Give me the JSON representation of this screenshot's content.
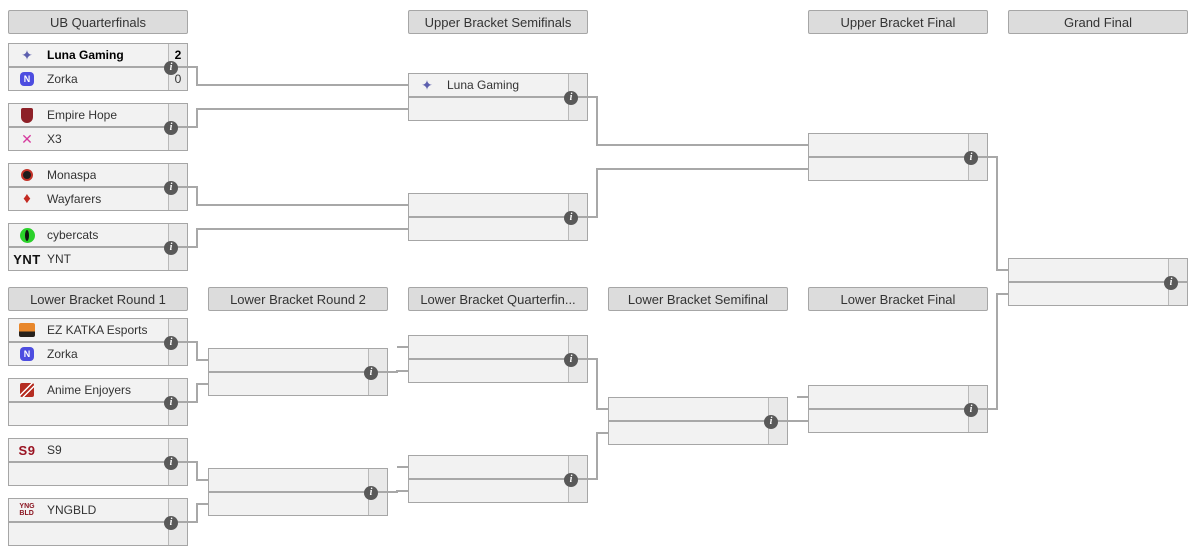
{
  "page_title": "Double Elimination Bracket",
  "info_icon": "i",
  "colors": {
    "connector": "#a8a8a8",
    "header_bg": "#dcdcdc",
    "match_bg": "#f2f2f2",
    "score_bg": "#e9e9e9",
    "info_icon_bg": "#595959",
    "border": "#a6a6a6"
  },
  "headers": [
    {
      "id": "ub-qf",
      "label": "UB Quarterfinals"
    },
    {
      "id": "ub-sf",
      "label": "Upper Bracket Semifinals"
    },
    {
      "id": "ub-final",
      "label": "Upper Bracket Final"
    },
    {
      "id": "grand-final",
      "label": "Grand Final"
    },
    {
      "id": "lb-r1",
      "label": "Lower Bracket Round 1"
    },
    {
      "id": "lb-r2",
      "label": "Lower Bracket Round 2"
    },
    {
      "id": "lb-qf",
      "label": "Lower Bracket Quarterfin..."
    },
    {
      "id": "lb-sf",
      "label": "Lower Bracket Semifinal"
    },
    {
      "id": "lb-final",
      "label": "Lower Bracket Final"
    }
  ],
  "matches": [
    {
      "id": "ub-qf-1",
      "slots": [
        {
          "team": "Luna Gaming",
          "logo": "luna-gaming",
          "score": "2",
          "winner": true
        },
        {
          "team": "Zorka",
          "logo": "zorka",
          "score": "0",
          "winner": false
        }
      ]
    },
    {
      "id": "ub-qf-2",
      "slots": [
        {
          "team": "Empire Hope",
          "logo": "empire-hope"
        },
        {
          "team": "X3",
          "logo": "x3"
        }
      ]
    },
    {
      "id": "ub-qf-3",
      "slots": [
        {
          "team": "Monaspa",
          "logo": "monaspa"
        },
        {
          "team": "Wayfarers",
          "logo": "wayfarers"
        }
      ]
    },
    {
      "id": "ub-qf-4",
      "slots": [
        {
          "team": "cybercats",
          "logo": "cybercats"
        },
        {
          "team": "YNT",
          "logo": "ynt"
        }
      ]
    },
    {
      "id": "ub-sf-1",
      "slots": [
        {
          "team": "Luna Gaming",
          "logo": "luna-gaming"
        },
        {}
      ]
    },
    {
      "id": "ub-sf-2",
      "slots": [
        {},
        {}
      ]
    },
    {
      "id": "ub-final",
      "slots": [
        {},
        {}
      ]
    },
    {
      "id": "grand-final",
      "slots": [
        {},
        {}
      ]
    },
    {
      "id": "lb-r1-1",
      "slots": [
        {
          "team": "EZ KATKA Esports",
          "logo": "ez-katka"
        },
        {
          "team": "Zorka",
          "logo": "zorka"
        }
      ]
    },
    {
      "id": "lb-r1-2",
      "slots": [
        {
          "team": "Anime Enjoyers",
          "logo": "anime-enjoyers"
        },
        {}
      ]
    },
    {
      "id": "lb-r1-3",
      "slots": [
        {
          "team": "S9",
          "logo": "s9"
        },
        {}
      ]
    },
    {
      "id": "lb-r1-4",
      "slots": [
        {
          "team": "YNGBLD",
          "logo": "yngbld"
        },
        {}
      ]
    },
    {
      "id": "lb-r2-1",
      "slots": [
        {},
        {}
      ]
    },
    {
      "id": "lb-r2-2",
      "slots": [
        {},
        {}
      ]
    },
    {
      "id": "lb-qf-1",
      "slots": [
        {},
        {}
      ]
    },
    {
      "id": "lb-qf-2",
      "slots": [
        {},
        {}
      ]
    },
    {
      "id": "lb-sf",
      "slots": [
        {},
        {}
      ]
    },
    {
      "id": "lb-final",
      "slots": [
        {},
        {}
      ]
    }
  ],
  "logos": {
    "luna-gaming": {
      "kind": "glyph",
      "glyph": "✦",
      "color": "#5c5fae",
      "size": "14px"
    },
    "zorka": {
      "kind": "badge",
      "text": "N",
      "bg": "#4d4de0",
      "fg": "#ffffff",
      "w": 14,
      "h": 14,
      "r": "4px",
      "fs": "9px"
    },
    "empire-hope": {
      "kind": "badge",
      "text": "",
      "bg": "#8d2027",
      "fg": "#f2c14e",
      "w": 12,
      "h": 15,
      "r": "2px 2px 6px 6px",
      "fs": "6px"
    },
    "x3": {
      "kind": "glyph",
      "glyph": "✕",
      "color": "#d63a9e",
      "size": "14px"
    },
    "monaspa": {
      "kind": "badge",
      "text": "",
      "bg": "#1c1c1c",
      "border": "2px solid #c23228",
      "w": 12,
      "h": 12,
      "r": "50%"
    },
    "wayfarers": {
      "kind": "glyph",
      "glyph": "♦",
      "color": "#c32a22",
      "size": "15px"
    },
    "cybercats": {
      "kind": "eye",
      "bg": "#2bd12b",
      "pupil": "#101010"
    },
    "ynt": {
      "kind": "text",
      "text": "YNT",
      "color": "#111111",
      "fs": "13px"
    },
    "ez-katka": {
      "kind": "badge",
      "text": "",
      "bgImage": "linear-gradient(180deg,#e8872b 60%,#26211c 60%)",
      "fg": "#f5a23c",
      "w": 16,
      "h": 14,
      "r": "2px"
    },
    "anime-enjoyers": {
      "kind": "badge",
      "text": "",
      "bgImage": "linear-gradient(135deg,#b52d22 40%,#ffffff 40%,#ffffff 48%,#b52d22 48%,#b52d22 58%,#ffffff 58%,#ffffff 66%,#b52d22 66%)",
      "w": 14,
      "h": 14,
      "r": "2px"
    },
    "s9": {
      "kind": "text",
      "text": "S9",
      "color": "#9a1322",
      "fs": "13px"
    },
    "yngbld": {
      "kind": "stack",
      "lines": [
        "YNG",
        "BLD"
      ],
      "color": "#8a1420",
      "fs": "7px"
    }
  }
}
